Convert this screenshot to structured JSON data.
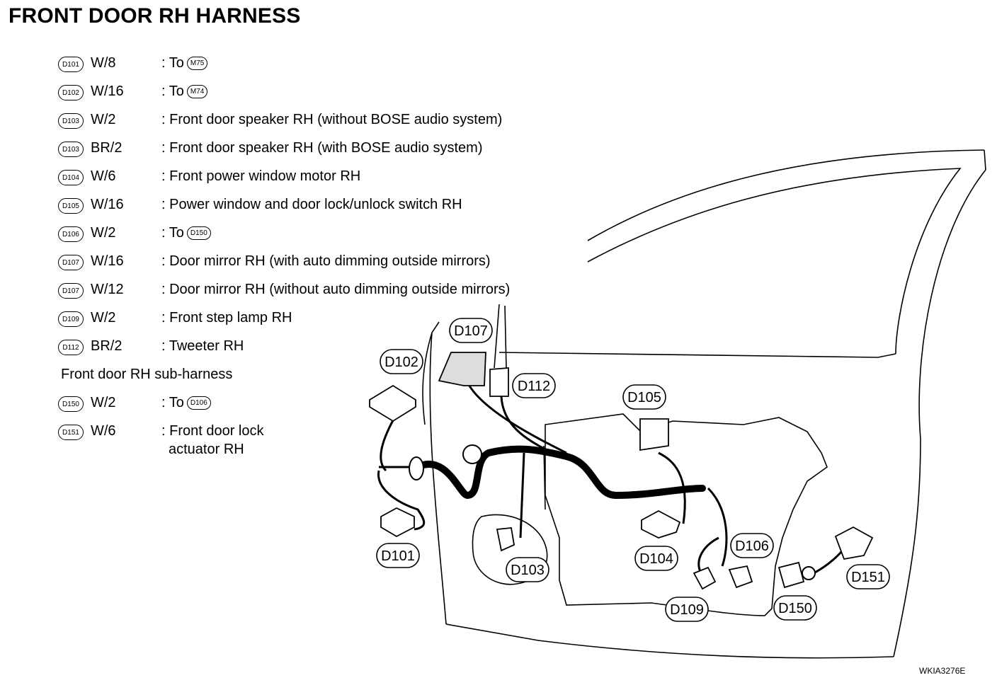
{
  "title": "FRONT DOOR RH HARNESS",
  "connectors": [
    {
      "code": "D101",
      "spec": "W/8",
      "desc": ": To",
      "ref": "M75"
    },
    {
      "code": "D102",
      "spec": "W/16",
      "desc": ": To",
      "ref": "M74"
    },
    {
      "code": "D103",
      "spec": "W/2",
      "desc": ": Front door speaker RH (without BOSE audio system)"
    },
    {
      "code": "D103",
      "spec": "BR/2",
      "desc": ": Front door speaker RH (with BOSE audio system)"
    },
    {
      "code": "D104",
      "spec": "W/6",
      "desc": ": Front power window motor RH"
    },
    {
      "code": "D105",
      "spec": "W/16",
      "desc": ": Power window and door lock/unlock switch RH"
    },
    {
      "code": "D106",
      "spec": "W/2",
      "desc": ": To",
      "ref": "D150"
    },
    {
      "code": "D107",
      "spec": "W/16",
      "desc": ": Door mirror RH (with auto dimming outside mirrors)"
    },
    {
      "code": "D107",
      "spec": "W/12",
      "desc": ": Door mirror RH (without auto dimming outside mirrors)"
    },
    {
      "code": "D109",
      "spec": "W/2",
      "desc": ": Front step lamp RH"
    },
    {
      "code": "D112",
      "spec": "BR/2",
      "desc": ": Tweeter RH"
    }
  ],
  "sub_harness": {
    "title": "Front door RH sub-harness",
    "connectors": [
      {
        "code": "D150",
        "spec": "W/2",
        "desc": ": To",
        "ref": "D106"
      },
      {
        "code": "D151",
        "spec": "W/6",
        "desc": ": Front door lock",
        "desc2": "actuator RH"
      }
    ]
  },
  "callouts": {
    "d101": "D101",
    "d102": "D102",
    "d103": "D103",
    "d104": "D104",
    "d105": "D105",
    "d106": "D106",
    "d107": "D107",
    "d109": "D109",
    "d112": "D112",
    "d150": "D150",
    "d151": "D151"
  },
  "figure_code": "WKIA3276E"
}
